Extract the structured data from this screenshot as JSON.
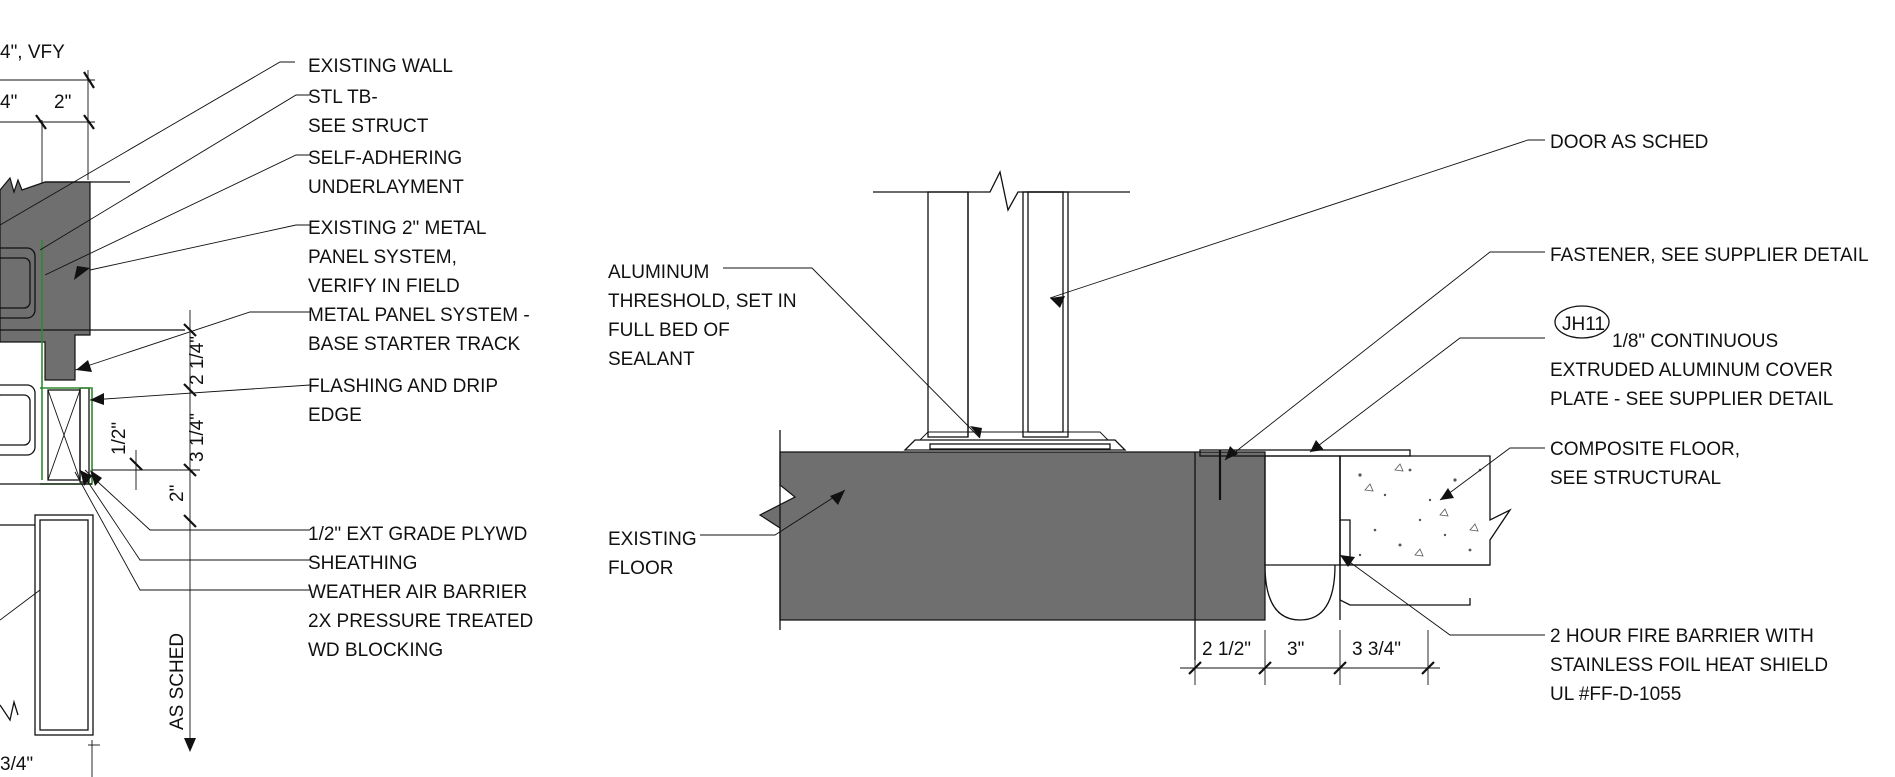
{
  "left_detail": {
    "top_dim_text": "4\", VFY",
    "dim_a": "4\"",
    "dim_b": "2\"",
    "vertical_dims": [
      "2 1/4\"",
      "3 1/4\"",
      "1/2\"",
      "2\""
    ],
    "as_sched": "AS SCHED",
    "bottom_dim": "3/4\"",
    "labels": [
      [
        "EXISTING WALL"
      ],
      [
        "STL TB-",
        "SEE STRUCT"
      ],
      [
        "SELF-ADHERING",
        "UNDERLAYMENT"
      ],
      [
        "EXISTING 2\" METAL",
        "PANEL SYSTEM,",
        "VERIFY IN FIELD"
      ],
      [
        "METAL PANEL SYSTEM -",
        "BASE STARTER TRACK"
      ],
      [
        "FLASHING AND DRIP",
        "EDGE"
      ],
      [
        "1/2\" EXT GRADE PLYWD",
        "SHEATHING"
      ],
      [
        "WEATHER AIR BARRIER"
      ],
      [
        "2X PRESSURE TREATED",
        "WD BLOCKING"
      ]
    ]
  },
  "right_detail": {
    "aluminum_threshold": [
      "ALUMINUM",
      "THRESHOLD, SET IN",
      "FULL BED OF",
      "SEALANT"
    ],
    "existing_floor": [
      "EXISTING",
      "FLOOR"
    ],
    "door": [
      "DOOR AS SCHED"
    ],
    "fastener": [
      "FASTENER, SEE SUPPLIER DETAIL"
    ],
    "tag": "JH11",
    "cover_plate": [
      "1/8\" CONTINUOUS",
      "EXTRUDED ALUMINUM COVER",
      "PLATE - SEE SUPPLIER DETAIL"
    ],
    "composite_floor": [
      "COMPOSITE FLOOR,",
      "SEE STRUCTURAL"
    ],
    "fire_barrier": [
      "2 HOUR FIRE BARRIER WITH",
      "STAINLESS FOIL HEAT SHIELD",
      "UL #FF-D-1055"
    ],
    "dims": [
      "2 1/2\"",
      "3\"",
      "3 3/4\""
    ]
  }
}
